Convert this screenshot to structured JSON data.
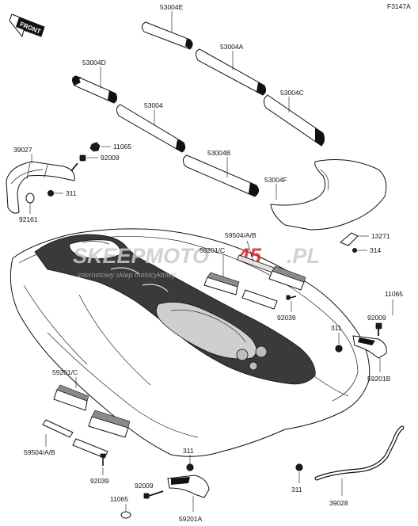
{
  "figure_code": "F3147A",
  "front_label": "FRONT",
  "watermark": {
    "brand_a": "SKEEPMOTO",
    "brand_b": "45",
    "brand_c": ".PL",
    "tagline": "internetowy sklep motocyklowy",
    "accent_color": "#d6242a",
    "gray_color": "#c9c9c9"
  },
  "labels": {
    "p53004E": "53004E",
    "p53004A": "53004A",
    "p53004D": "53004D",
    "p53004": "53004",
    "p53004C": "53004C",
    "p53004B": "53004B",
    "p53004F": "53004F",
    "p39027": "39027",
    "p11065a": "11065",
    "p92009a": "92009",
    "p311a": "311",
    "p92161": "92161",
    "p59504a": "59504/A/B",
    "p13271": "13271",
    "p314": "314",
    "p59201c_top": "59201/C",
    "p92039a": "92039",
    "p11065b": "11065",
    "p92009b": "92009",
    "p311b": "311",
    "p59201B": "59201B",
    "p59201c_bot": "59201/C",
    "p59504b": "59504/A/B",
    "p92039b": "92039",
    "p311c": "311",
    "p92009c": "92009",
    "p11065c": "11065",
    "p59201A": "59201A",
    "p311d": "311",
    "p39028": "39028"
  }
}
